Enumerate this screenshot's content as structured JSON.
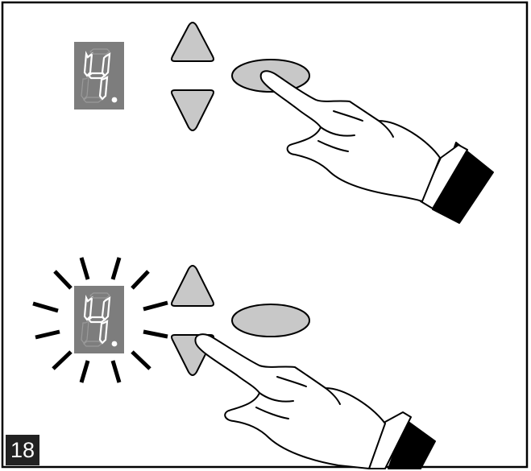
{
  "figure": {
    "number": "18"
  },
  "panels": [
    {
      "id": "top",
      "action": "press-oval-button",
      "display_blinking": false
    },
    {
      "id": "bottom",
      "action": "press-down-button",
      "display_blinking": true
    }
  ],
  "colors": {
    "display_bg": "#7d7d7d",
    "segment": "#ffffff",
    "button_fill": "#c8c8c8",
    "outline": "#000000",
    "sleeve": "#000000",
    "badge_bg": "#222222"
  },
  "icons": {
    "up": "triangle-up-icon",
    "down": "triangle-down-icon",
    "oval": "oval-button-icon",
    "hand": "pointing-hand-icon",
    "blink": "blink-rays-icon"
  }
}
